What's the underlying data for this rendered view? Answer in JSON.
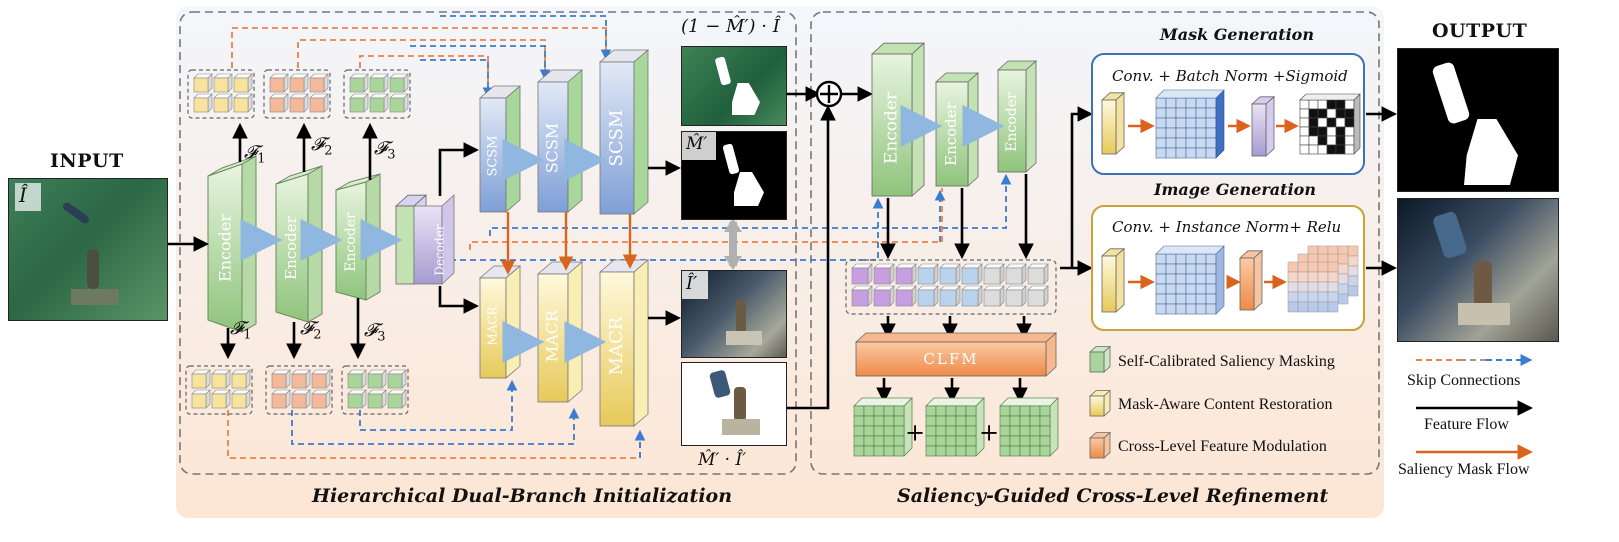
{
  "input_label": "INPUT",
  "output_label": "OUTPUT",
  "input_image_tag": "Î",
  "sections": {
    "left": "Hierarchical Dual-Branch Initialization",
    "right": "Saliency-Guided Cross-Level Refinement"
  },
  "encoder_label": "Encoder",
  "decoder_label": "Decoder",
  "scsm_label": "SCSM",
  "macr_label": "MACR",
  "clfm_label": "CLFM",
  "feature_symbols": [
    "𝓕1",
    "𝓕2",
    "𝓕3"
  ],
  "feature_symbol_parts": [
    {
      "main": "𝓕",
      "sub": "1"
    },
    {
      "main": "𝓕",
      "sub": "2"
    },
    {
      "main": "𝓕",
      "sub": "3"
    }
  ],
  "image_labels": {
    "inverse_mask_image": "(1 − M̂′) · Î",
    "mask": "M̂′",
    "restored": "Î′",
    "masked_restored": "M̂′ · Î′"
  },
  "mask_generation": {
    "title": "Mask Generation",
    "subtitle": "Conv. + Batch Norm +Sigmoid"
  },
  "image_generation": {
    "title": "Image Generation",
    "subtitle": "Conv. + Instance Norm+ Relu"
  },
  "legend_modules": [
    {
      "label": "Self-Calibrated Saliency Masking",
      "color": "#9fd18f"
    },
    {
      "label": "Mask-Aware Content Restoration",
      "color": "#f5e79a"
    },
    {
      "label": "Cross-Level Feature Modulation",
      "color": "#f0a677"
    }
  ],
  "legend_flows": [
    {
      "label": "Skip Connections",
      "style": "dashed"
    },
    {
      "label": "Feature Flow",
      "style": "solid-black"
    },
    {
      "label": "Saliency Mask Flow",
      "style": "solid-orange"
    }
  ],
  "colors": {
    "green": "#a8d49a",
    "blue": "#9fb6e0",
    "yellow": "#f5e38c",
    "orange": "#ef9a5f",
    "skip_orange": "#e8834a",
    "skip_blue": "#3b7bd0",
    "mask_orange": "#d9641e",
    "bg_left": "#fcece0",
    "bg_right": "#fcece0"
  },
  "icons": [
    "plus-circle-icon",
    "double-arrow-icon"
  ]
}
